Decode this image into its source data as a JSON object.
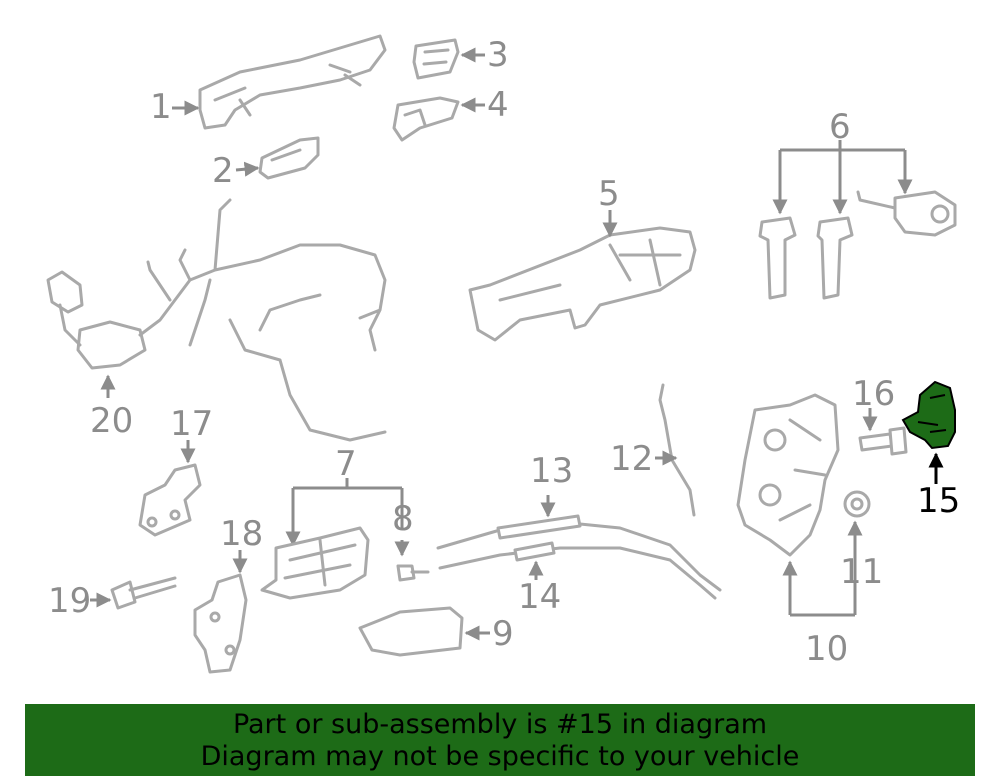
{
  "diagram": {
    "callouts": [
      "1",
      "2",
      "3",
      "4",
      "5",
      "6",
      "7",
      "8",
      "9",
      "10",
      "11",
      "12",
      "13",
      "14",
      "15",
      "16",
      "17",
      "18",
      "19",
      "20"
    ],
    "highlighted_part": "15",
    "highlight_color": "#1d6b17",
    "part_color": "#a9a9a9"
  },
  "banner": {
    "line1": "Part or sub-assembly is #15 in diagram",
    "line2": "Diagram may not be specific to your vehicle",
    "background": "#1d6b17"
  }
}
